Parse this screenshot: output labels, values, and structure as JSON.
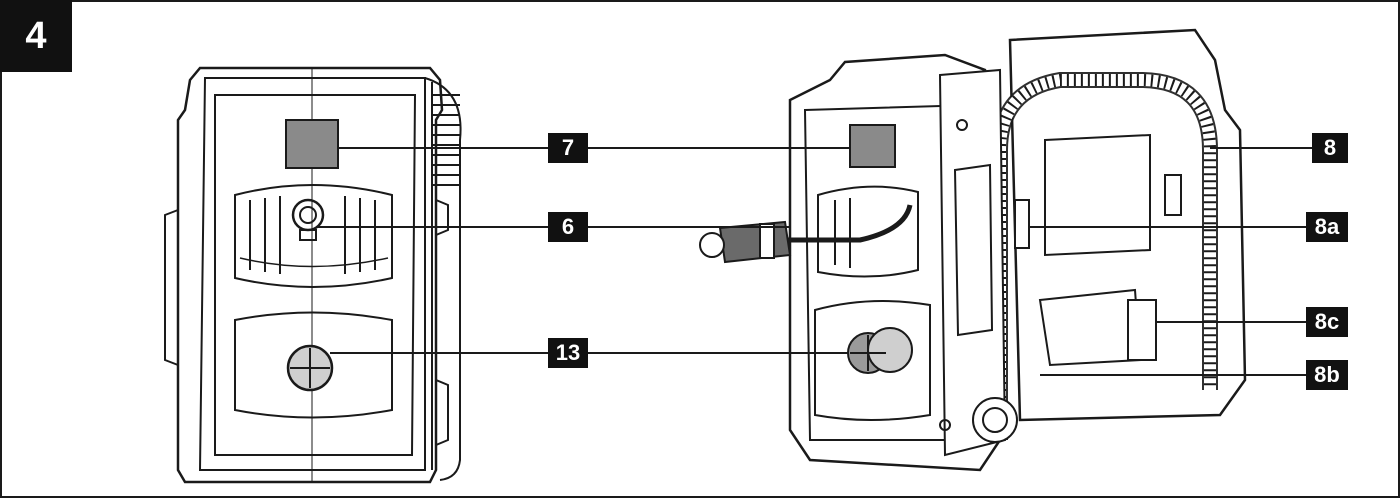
{
  "figure": {
    "number": "4"
  },
  "callouts": [
    {
      "id": "7",
      "label": "7"
    },
    {
      "id": "6",
      "label": "6"
    },
    {
      "id": "13",
      "label": "13"
    },
    {
      "id": "8",
      "label": "8"
    },
    {
      "id": "8a",
      "label": "8a"
    },
    {
      "id": "8c",
      "label": "8c"
    },
    {
      "id": "8b",
      "label": "8b"
    }
  ],
  "colors": {
    "line": "#1a1a1a",
    "label_bg": "#111111",
    "label_text": "#ffffff",
    "panel_fill": "#8a8a8a"
  }
}
